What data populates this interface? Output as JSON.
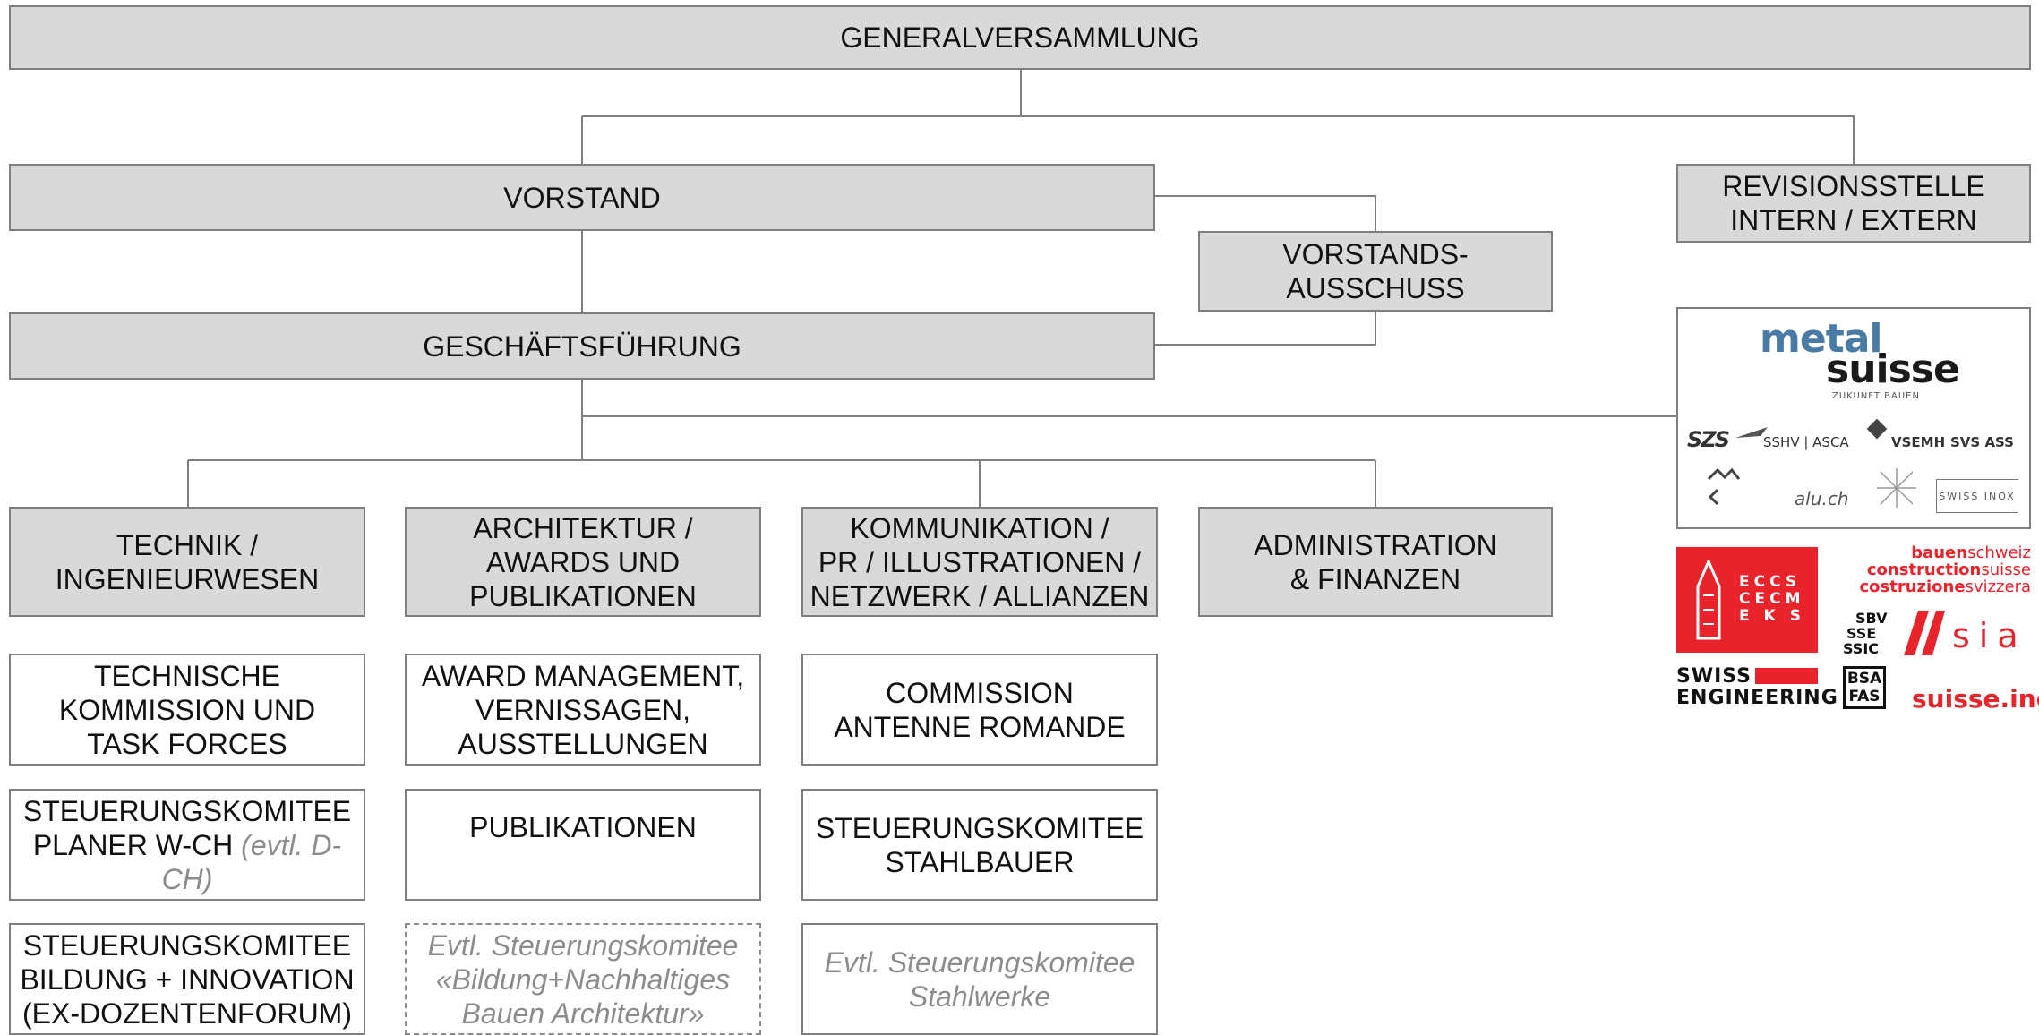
{
  "org": {
    "generalversammlung": "GENERALVERSAMMLUNG",
    "vorstand": "VORSTAND",
    "revisionsstelle": [
      "REVISIONSSTELLE",
      "INTERN / EXTERN"
    ],
    "vorstandsausschuss": [
      "VORSTANDS-",
      "AUSSCHUSS"
    ],
    "geschaeftsfuehrung": "GESCHÄFTSFÜHRUNG",
    "departments": {
      "technik": [
        "TECHNIK /",
        "INGENIEURWESEN"
      ],
      "architektur": [
        "ARCHITEKTUR /",
        "AWARDS UND",
        "PUBLIKATIONEN"
      ],
      "kommunikation": [
        "KOMMUNIKATION /",
        "PR / ILLUSTRATIONEN /",
        "NETZWERK / ALLIANZEN"
      ],
      "administration": [
        "ADMINISTRATION",
        "& FINANZEN"
      ]
    },
    "committees": {
      "technische_kommission": [
        "TECHNISCHE",
        "KOMMISSION UND",
        "TASK FORCES"
      ],
      "steuerung_planer": {
        "line1": "STEUERUNGSKOMITEE",
        "line2": "PLANER W-CH",
        "note": "(evtl. D-CH)"
      },
      "steuerung_bildung": [
        "STEUERUNGSKOMITEE",
        "BILDUNG + INNOVATION",
        "(EX-DOZENTENFORUM)"
      ],
      "award_management": [
        "AWARD MANAGEMENT,",
        "VERNISSAGEN,",
        "AUSSTELLUNGEN"
      ],
      "publikationen": "PUBLIKATIONEN",
      "evtl_bildung_nachhaltig": [
        "Evtl. Steuerungskomitee",
        "«Bildung+Nachhaltiges",
        "Bauen Architektur»"
      ],
      "commission_antenne": [
        "COMMISSION",
        "ANTENNE ROMANDE"
      ],
      "steuerung_stahlbauer": [
        "STEUERUNGSKOMITEE",
        "STAHLBAUER"
      ],
      "evtl_stahlwerke": [
        "Evtl. Steuerungskomitee",
        "Stahlwerke"
      ]
    }
  },
  "logos": {
    "metalsuisse": {
      "metal": "metal",
      "suisse": "suisse",
      "tagline": "ZUKUNFT BAUEN"
    },
    "szs": "SZS",
    "sshv": "SSHV | ASCA",
    "vsemh": "VSEMH",
    "svs": "SVS ASS",
    "aluch": "alu.ch",
    "swiss_inox": "SWISS INOX",
    "eccs": [
      "ECCS",
      "CECM",
      "E K S"
    ],
    "bauenschweiz": {
      "l1_bold": "bauen",
      "l1_rest": "schweiz",
      "l2_bold": "construction",
      "l2_rest": "suisse",
      "l3_bold": "costruzione",
      "l3_rest": "svizzera"
    },
    "sbv": [
      "SBV",
      "SSE",
      "SSIC"
    ],
    "sia": "sia",
    "swiss_engineering": [
      "SWISS",
      "ENGINEERING"
    ],
    "bsa": [
      "BSA",
      "FAS"
    ],
    "suisse_ing": "suisse.ing"
  },
  "colors": {
    "box_fill": "#d9d9d9",
    "border": "#7f7f7f",
    "connector": "#7f7f7f",
    "note": "#8c8c8c",
    "brand_red": "#e8232b",
    "brand_blue": "#4a7aa6"
  }
}
